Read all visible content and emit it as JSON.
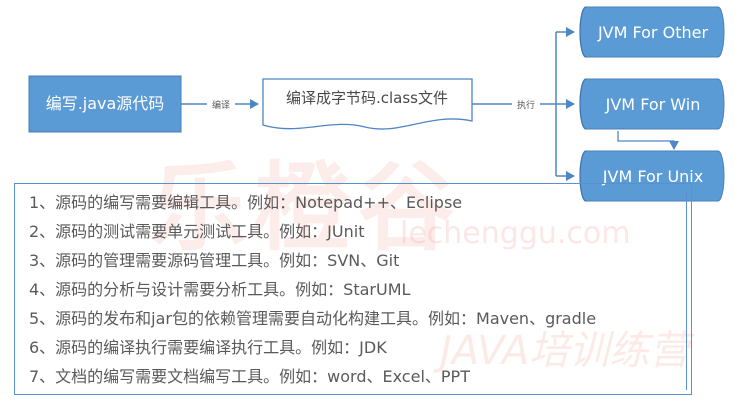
{
  "diagram": {
    "source_box": {
      "label": "编写.java源代码"
    },
    "edge_compile": {
      "label": "编译"
    },
    "bytecode_doc": {
      "label": "编译成字节码.class文件"
    },
    "edge_execute": {
      "label": "执行"
    },
    "jvm_targets": [
      {
        "label": "JVM For Other"
      },
      {
        "label": "JVM For Win"
      },
      {
        "label": "JVM For Unix"
      }
    ],
    "colors": {
      "box_fill": "#5b9bd5",
      "box_border": "#4a7fb8",
      "arrow": "#4f86c6",
      "doc_border": "#4f86c6"
    }
  },
  "tools_list": {
    "items": [
      "1、源码的编写需要编辑工具。例如：Notepad++、Eclipse",
      "2、源码的测试需要单元测试工具。例如：JUnit",
      "3、源码的管理需要源码管理工具。例如：SVN、Git",
      "4、源码的分析与设计需要分析工具。例如：StarUML",
      "5、源码的发布和jar包的依赖管理需要自动化构建工具。例如：Maven、gradle",
      "6、源码的编译执行需要编译执行工具。例如：JDK",
      "7、文档的编写需要文档编写工具。例如：word、Excel、PPT"
    ]
  },
  "watermark": {
    "brand": "乐橙谷",
    "url": "lechenggu.com",
    "slogan": "JAVA培训练营"
  }
}
